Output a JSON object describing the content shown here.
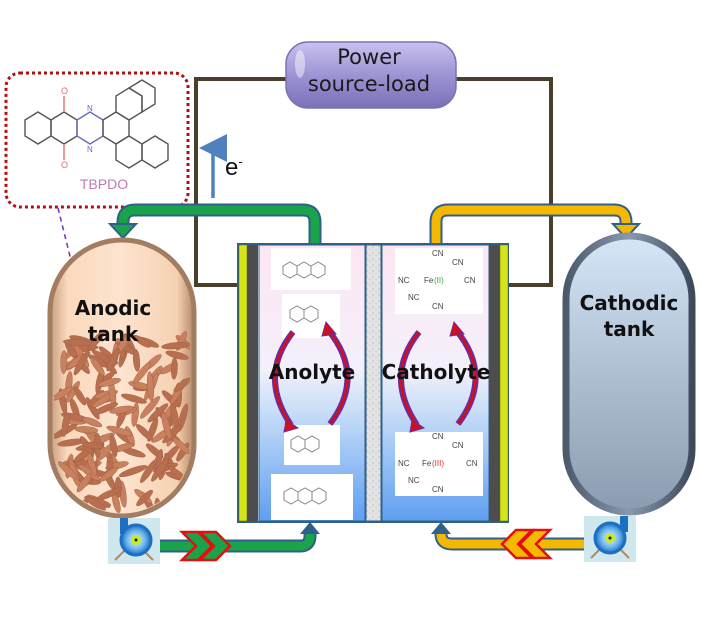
{
  "diagram": {
    "title": "Redox flow battery schematic",
    "power": {
      "line1": "Power",
      "line2": "source-load"
    },
    "electron_label": "e",
    "electron_charge": "-",
    "molecule_callout": {
      "name": "TBPDO"
    },
    "anodic_tank": {
      "line1": "Anodic",
      "line2": "tank"
    },
    "cathodic_tank": {
      "line1": "Cathodic",
      "line2": "tank"
    },
    "anolyte_label": "Anolyte",
    "catholyte_label": "Catholyte",
    "ferrocyanide": {
      "ligand": "CN",
      "center": "Fe",
      "ox_state_reduced": "(II)",
      "ox_state_oxidized": "(III)",
      "ligand_nc": "NC"
    },
    "colors": {
      "anodic_loop": "#1aa34a",
      "cathodic_loop": "#f5b800",
      "loop_outline": "#2f5f8a",
      "wire": "#4a3f2a",
      "callout_border": "#b01010",
      "chevron_fill_green": "#1aa34a",
      "chevron_fill_orange": "#f5b800",
      "chevron_border": "#e41010",
      "power_fill": "#9a90d0",
      "electron_arrow": "#4f81bd",
      "cycle_arrow_purple": "#6a2ca0",
      "cycle_arrow_red": "#d0101a"
    }
  }
}
